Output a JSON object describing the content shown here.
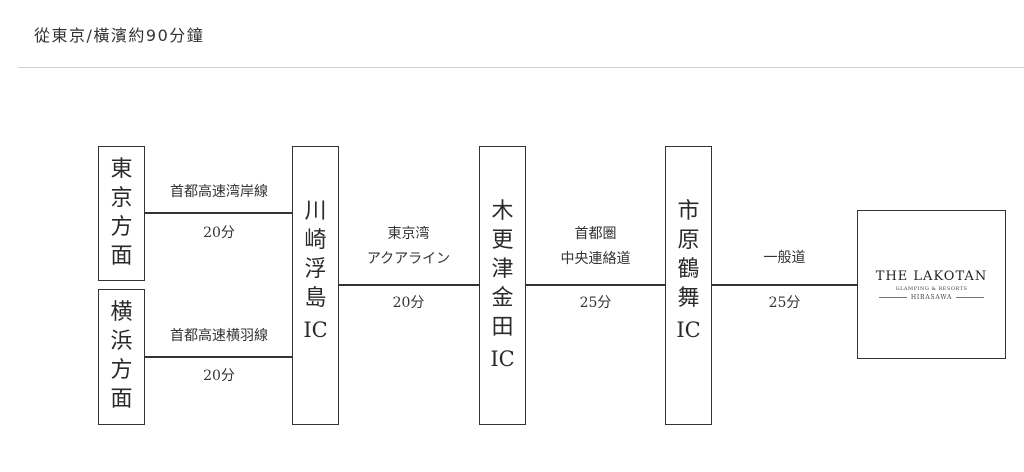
{
  "header": {
    "title": "從東京/橫濱約90分鐘"
  },
  "origins": [
    {
      "chars": [
        "東",
        "京",
        "方",
        "面"
      ]
    },
    {
      "chars": [
        "横",
        "浜",
        "方",
        "面"
      ]
    }
  ],
  "routes": [
    {
      "road": "首都高速湾岸線",
      "time": "20分"
    },
    {
      "road": "首都高速横羽線",
      "time": "20分"
    },
    {
      "road_line1": "東京湾",
      "road_line2": "アクアライン",
      "time": "20分"
    },
    {
      "road_line1": "首都圏",
      "road_line2": "中央連絡道",
      "time": "25分"
    },
    {
      "road": "一般道",
      "time": "25分"
    }
  ],
  "interchanges": [
    {
      "chars": [
        "川",
        "崎",
        "浮",
        "島"
      ],
      "suffix": "IC"
    },
    {
      "chars": [
        "木",
        "更",
        "津",
        "金",
        "田"
      ],
      "suffix": "IC"
    },
    {
      "chars": [
        "市",
        "原",
        "鶴",
        "舞"
      ],
      "suffix": "IC"
    }
  ],
  "destination": {
    "name": "THE LAKOTAN",
    "tagline": "GLAMPING & RESORTS",
    "location": "HIRASAWA"
  }
}
